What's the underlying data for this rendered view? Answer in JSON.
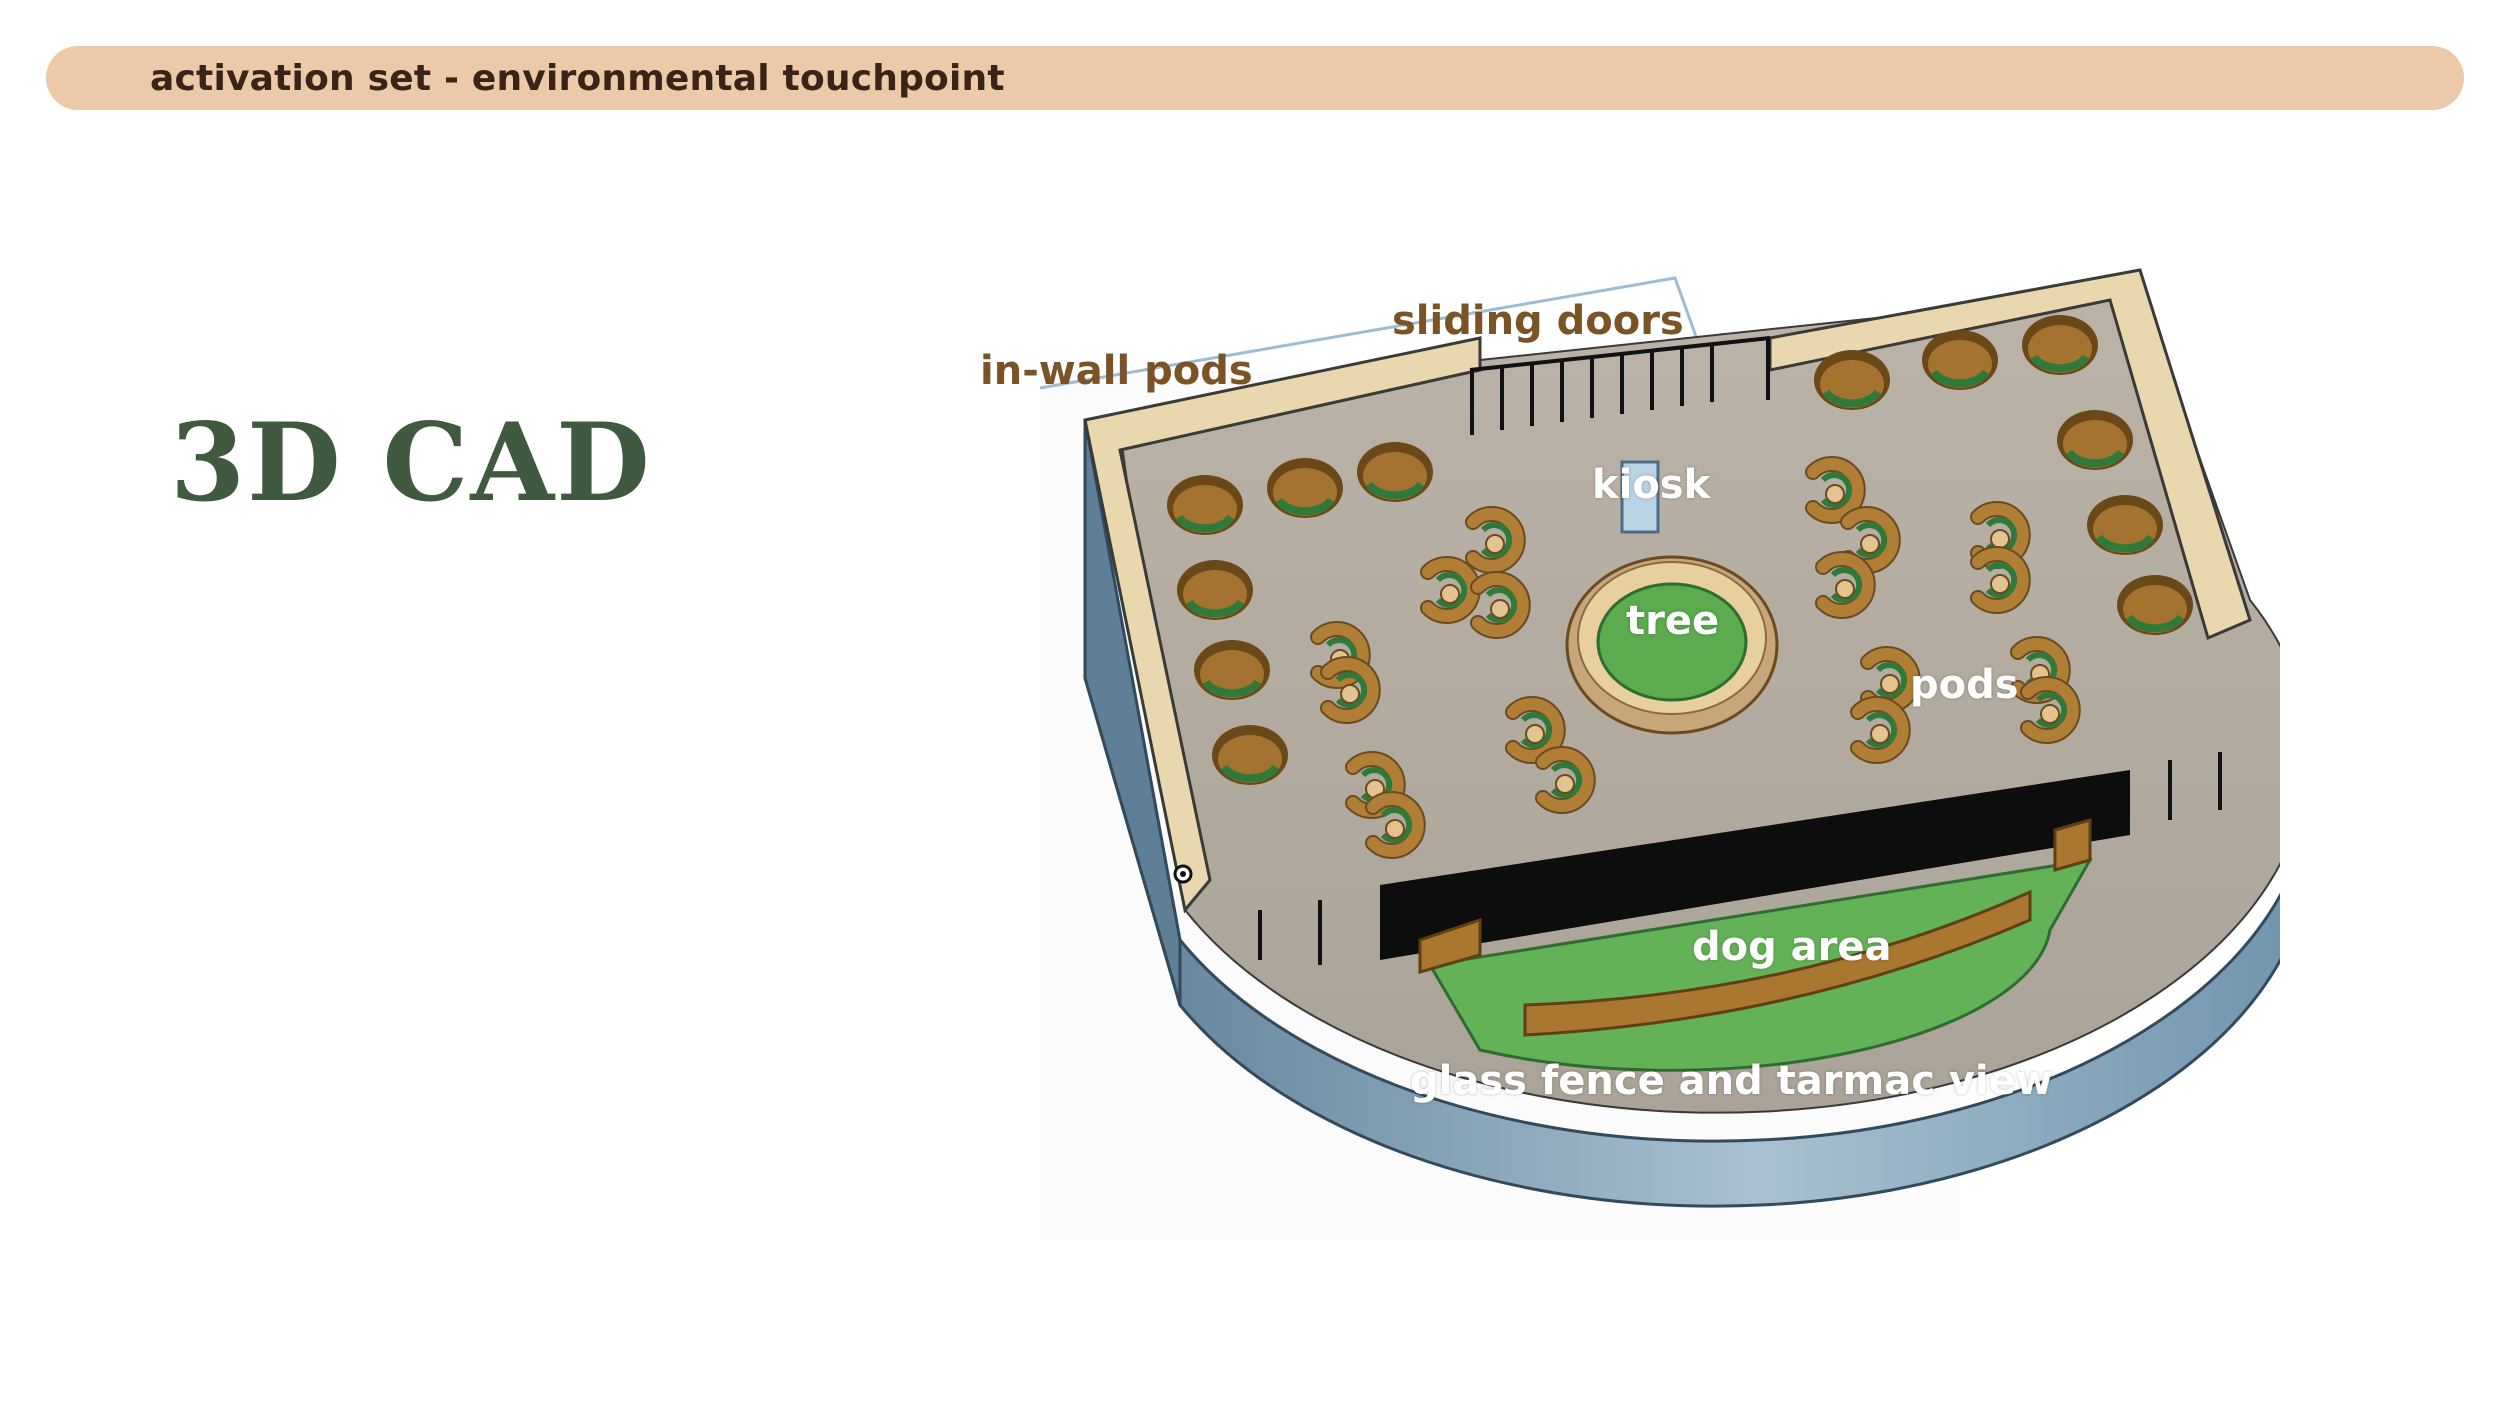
{
  "banner": {
    "text": "activation set - environmental touchpoint"
  },
  "title": "3D CAD",
  "labels": {
    "in_wall_pods": "in-wall pods",
    "sliding_doors": "sliding doors",
    "kiosk": "kiosk",
    "tree": "tree",
    "pods": "pods",
    "dog_area": "dog area",
    "glass_fence": "glass fence and tarmac view"
  },
  "colors": {
    "banner": "#ecc9a8",
    "title": "#3f5a3e",
    "outside_label": "#7a5426",
    "wall": "#e9d8ad",
    "floor": "#b5aea3",
    "grass": "#5cab4f",
    "wood": "#a9772f",
    "base": "#6f93ad"
  }
}
